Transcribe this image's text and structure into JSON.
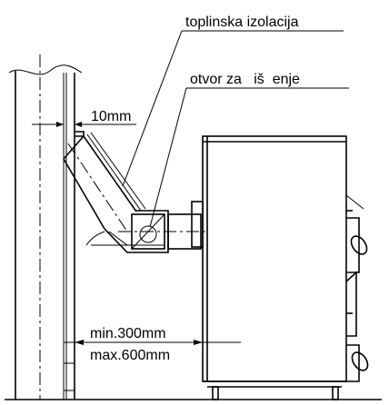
{
  "labels": {
    "insulation": "toplinska izolacija",
    "cleaning_opening": "otvor za   iš  enje",
    "gap": "10mm",
    "min_distance": "min.300mm",
    "max_distance": "max.600mm"
  }
}
